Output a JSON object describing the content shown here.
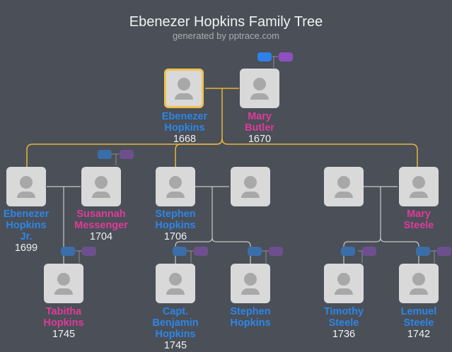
{
  "header": {
    "title": "Ebenezer Hopkins Family Tree",
    "subtitle": "generated by pptrace.com"
  },
  "people": [
    {
      "id": "p1",
      "first": "Ebenezer",
      "last": "Hopkins",
      "year": "1668",
      "sex": "m",
      "selected": true
    },
    {
      "id": "p2",
      "first": "Mary",
      "last": "Butler",
      "year": "1670",
      "sex": "f"
    },
    {
      "id": "p3",
      "first": "Ebenezer",
      "last": "Hopkins",
      "extra": "Jr.",
      "year": "1699",
      "sex": "m"
    },
    {
      "id": "p4",
      "first": "Susannah",
      "last": "Messenger",
      "year": "1704",
      "sex": "f"
    },
    {
      "id": "p5",
      "first": "Stephen",
      "last": "Hopkins",
      "year": "1706",
      "sex": "m"
    },
    {
      "id": "p6",
      "first": "",
      "last": "",
      "year": "",
      "sex": "u"
    },
    {
      "id": "p7",
      "first": "",
      "last": "",
      "year": "",
      "sex": "u"
    },
    {
      "id": "p8",
      "first": "Mary",
      "last": "Steele",
      "year": "",
      "sex": "f"
    },
    {
      "id": "p9",
      "first": "Tabitha",
      "last": "Hopkins",
      "year": "1745",
      "sex": "f"
    },
    {
      "id": "p10",
      "first": "Capt.",
      "last": "Benjamin",
      "extra": "Hopkins",
      "year": "1745",
      "sex": "m"
    },
    {
      "id": "p11",
      "first": "Stephen",
      "last": "Hopkins",
      "year": "",
      "sex": "m"
    },
    {
      "id": "p12",
      "first": "Timothy",
      "last": "Steele",
      "year": "1736",
      "sex": "m"
    },
    {
      "id": "p13",
      "first": "Lemuel",
      "last": "Steele",
      "year": "1742",
      "sex": "m"
    }
  ],
  "colors": {
    "male": "#2e86e6",
    "female": "#e03a9a",
    "selected_border": "#f2c14e",
    "background": "#4a4f58"
  }
}
